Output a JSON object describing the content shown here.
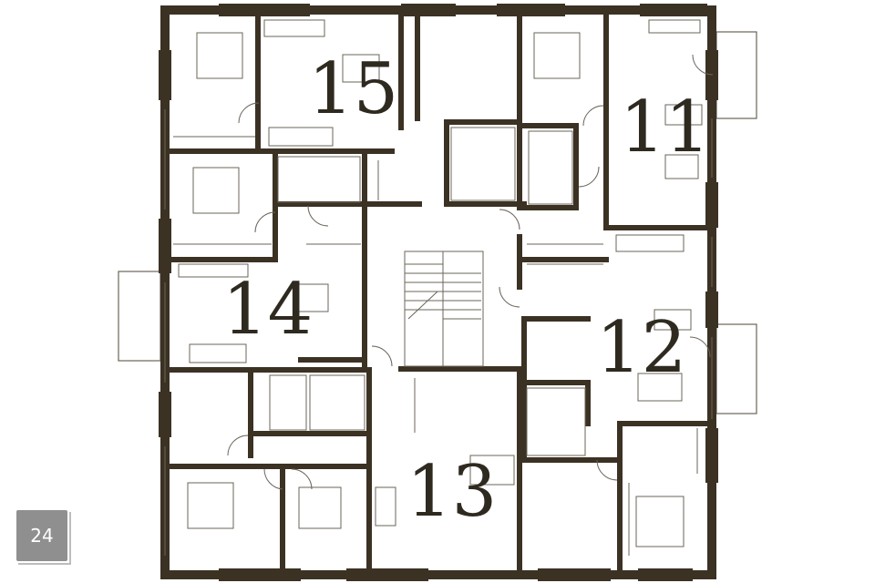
{
  "plan": {
    "wall_color": "#3b3224",
    "line_color": "#6b6458",
    "units": [
      {
        "id": "15",
        "label": "15"
      },
      {
        "id": "14",
        "label": "14"
      },
      {
        "id": "13",
        "label": "13"
      },
      {
        "id": "12",
        "label": "12"
      },
      {
        "id": "11",
        "label": "11"
      }
    ]
  },
  "page_badge": {
    "number": "24"
  }
}
